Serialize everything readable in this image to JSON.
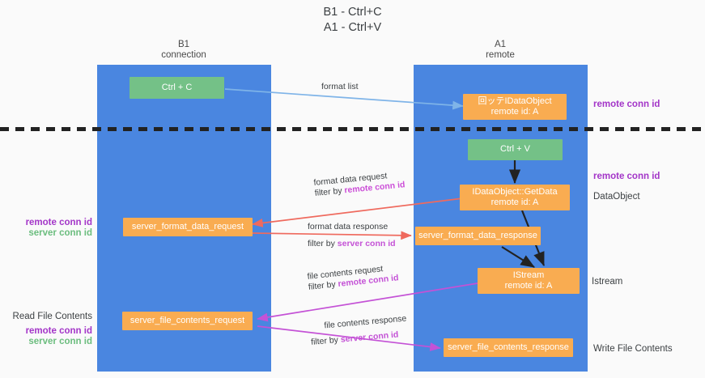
{
  "title": {
    "line1": "B1 - Ctrl+C",
    "line2": "A1 - Ctrl+V"
  },
  "lanes": [
    {
      "id": "b1",
      "name": "B1",
      "role": "connection",
      "color": "#4a86e0"
    },
    {
      "id": "a1",
      "name": "A1",
      "role": "remote",
      "color": "#4a86e0"
    }
  ],
  "nodes": [
    {
      "id": "ctrl-c",
      "line1": "Ctrl + C",
      "line2": "",
      "color": "#74c187"
    },
    {
      "id": "idataobject-create",
      "line1": "回ッテIDataObject",
      "line2": "remote id: A",
      "color": "#f9ac51"
    },
    {
      "id": "ctrl-v",
      "line1": "Ctrl + V",
      "line2": "",
      "color": "#74c187"
    },
    {
      "id": "idataobject-getdata",
      "line1": "IDataObject::GetData",
      "line2": "remote id: A",
      "color": "#f9ac51"
    },
    {
      "id": "server-format-data-request",
      "line1": "server_format_data_request",
      "line2": "",
      "color": "#f9ac51"
    },
    {
      "id": "server-format-data-response",
      "line1": "server_format_data_response",
      "line2": "",
      "color": "#f9ac51"
    },
    {
      "id": "istream",
      "line1": "IStream",
      "line2": "remote id: A",
      "color": "#f9ac51"
    },
    {
      "id": "server-file-contents-request",
      "line1": "server_file_contents_request",
      "line2": "",
      "color": "#f9ac51"
    },
    {
      "id": "server-file-contents-response",
      "line1": "server_file_contents_response",
      "line2": "",
      "color": "#f9ac51"
    }
  ],
  "right_captions": [
    {
      "id": "remote-conn-id-top",
      "text": "remote conn id",
      "style": "purple"
    },
    {
      "id": "remote-conn-id-mid",
      "text": "remote conn id",
      "style": "purple"
    },
    {
      "id": "dataobject",
      "text": "DataObject",
      "style": "plain"
    },
    {
      "id": "istream",
      "text": "Istream",
      "style": "plain"
    },
    {
      "id": "write-file-contents",
      "text": "Write File Contents",
      "style": "plain"
    }
  ],
  "left_captions": [
    {
      "id": "remote-conn-id-1",
      "text": "remote conn id",
      "style": "purple"
    },
    {
      "id": "server-conn-id-1",
      "text": "server conn id",
      "style": "greenid"
    },
    {
      "id": "read-file-contents",
      "text": "Read File Contents",
      "style": "plain"
    },
    {
      "id": "remote-conn-id-2",
      "text": "remote conn id",
      "style": "purple"
    },
    {
      "id": "server-conn-id-2",
      "text": "server conn id",
      "style": "greenid"
    }
  ],
  "edge_labels": [
    {
      "id": "format-list",
      "text": "format list",
      "filter_prefix": "",
      "filter_value": ""
    },
    {
      "id": "format-data-request",
      "text": "format data request",
      "filter_prefix": "filter by ",
      "filter_value": "remote conn id"
    },
    {
      "id": "format-data-response",
      "text": "format data response",
      "filter_prefix": "filter by ",
      "filter_value": "server conn id"
    },
    {
      "id": "file-contents-request",
      "text": "file contents request",
      "filter_prefix": "filter by ",
      "filter_value": "remote conn id"
    },
    {
      "id": "file-contents-response",
      "text": "file contents response",
      "filter_prefix": "filter by ",
      "filter_value": "server conn id"
    }
  ],
  "colors": {
    "lane": "#4a86e0",
    "green_node": "#74c187",
    "orange_node": "#f9ac51",
    "arrow_blue": "#7fb4e8",
    "arrow_red": "#ef6a5e",
    "arrow_magenta": "#c452d6",
    "arrow_black": "#222222",
    "divider": "#222222",
    "background": "#fafafa",
    "text": "#3c4043",
    "purple_label": "#a335c8",
    "green_label": "#6bbd7e"
  }
}
